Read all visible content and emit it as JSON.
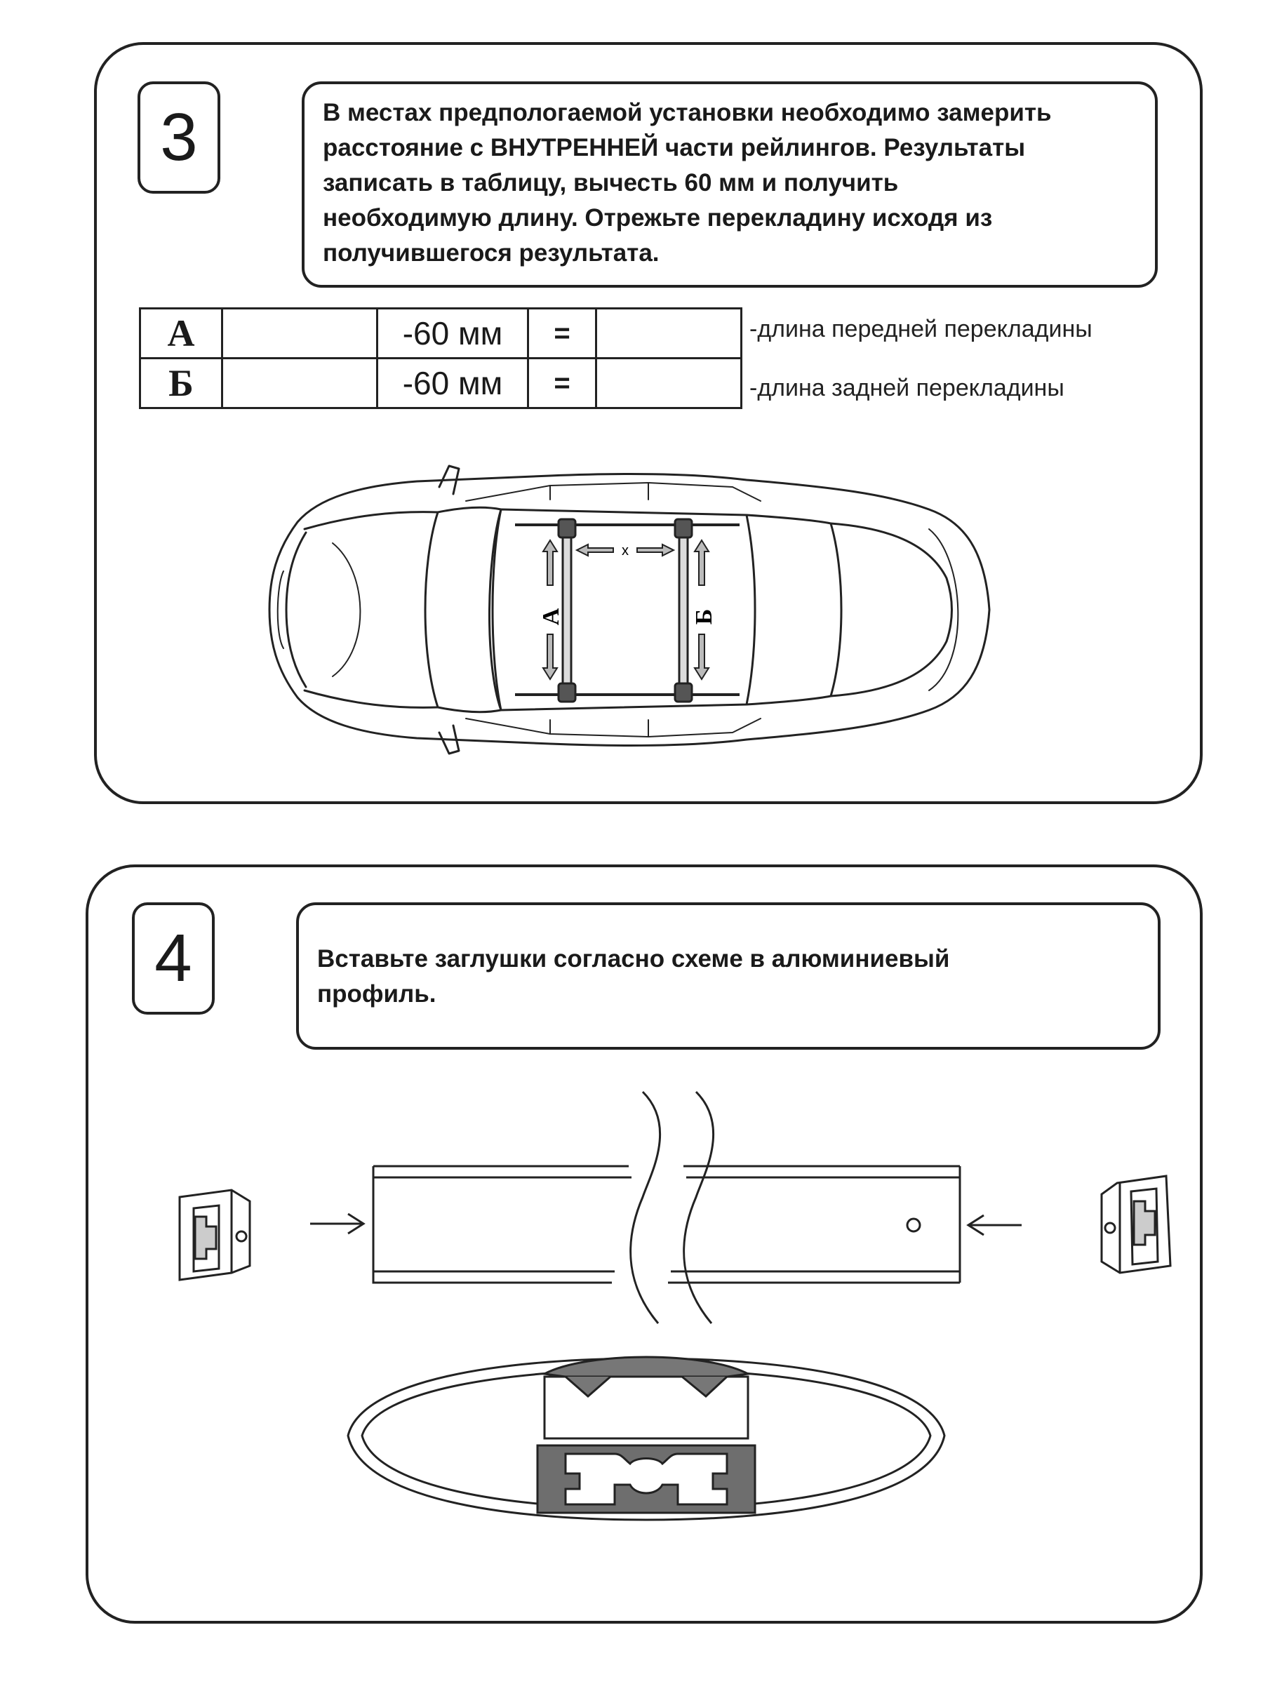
{
  "step3": {
    "number": "3",
    "instruction_lines": [
      "В местах предпологаемой установки необходимо замерить",
      "расстояние с ВНУТРЕННЕЙ части рейлингов. Результаты",
      "записать в таблицу, вычесть 60 мм и получить",
      "необходимую длину. Отрежьте перекладину исходя из",
      "получившегося результата."
    ],
    "table": {
      "rows": [
        {
          "letter": "А",
          "value": "",
          "minus": "-60 мм",
          "equals": "=",
          "result": "",
          "note": "-длина передней перекладины"
        },
        {
          "letter": "Б",
          "value": "",
          "minus": "-60 мм",
          "equals": "=",
          "result": "",
          "note": "-длина задней перекладины"
        }
      ]
    },
    "diagram": {
      "label_a": "А",
      "label_b": "Б",
      "label_x": "x"
    }
  },
  "step4": {
    "number": "4",
    "instruction_lines": [
      "Вставьте   заглушки согласно схеме в алюминиевый",
      "профиль."
    ]
  }
}
